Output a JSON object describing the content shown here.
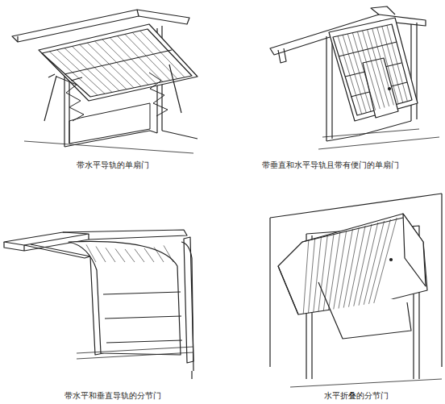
{
  "diagram": {
    "labels": [
      "带水平导轨的单扇门",
      "带垂直和水平导轨且带有便门的单扇门",
      "带水平和垂直导轨的分节门",
      "水平折叠的分节门"
    ]
  }
}
